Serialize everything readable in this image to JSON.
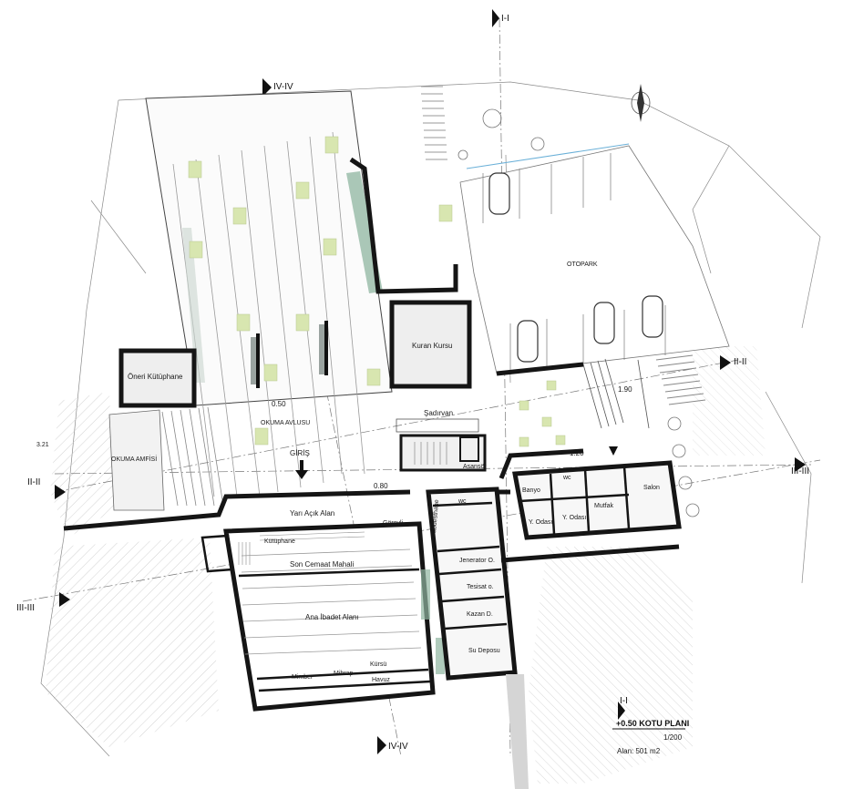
{
  "sections": {
    "s1_top": "I-I",
    "s1_bottom": "I-I",
    "s2_left": "II-II",
    "s2_right": "II-II",
    "s3_left": "III-III",
    "s3_right": "III-III",
    "s4_top": "IV-IV",
    "s4_bottom": "IV-IV"
  },
  "rooms": {
    "otopark": "OTOPARK",
    "kuran_kursu": "Kuran Kursu",
    "oneri_kutuphane": "Öneri Kütüphane",
    "okuma_avlusu": "OKUMA AVLUSU",
    "okuma_amfisi": "OKUMA AMFİSİ",
    "sadirvan": "Şadırvan",
    "asansor": "Asansör",
    "giris": "GİRİŞ",
    "yari_acik_alan": "Yarı Açık Alan",
    "son_cemaat": "Son Cemaat Mahali",
    "ana_ibadet": "Ana İbadet Alanı",
    "mimber": "Mimber",
    "mihrap": "Mihrap",
    "kursu": "Kürsü",
    "havuz": "Havuz",
    "abdesthane": "abdesthane",
    "wc": "wc",
    "jenerator": "Jenerator O.",
    "tesisat": "Tesisat o.",
    "kazan": "Kazan D.",
    "su_deposu": "Su Deposu",
    "banyo": "Banyo",
    "wc2": "wc",
    "y_odasi_1": "Y. Odası",
    "y_odasi_2": "Y. Odası",
    "mutfak": "Mutfak",
    "salon": "Salon",
    "gorevli": "Görevli",
    "kutuphane_small": "Kütüphane"
  },
  "levels": {
    "l050": "0.50",
    "l080": "0.80",
    "l190": "1.90",
    "l120": "1.20",
    "l321": "3.21"
  },
  "title_block": {
    "title": "+0.50 KOTU PLANI",
    "scale": "1/200",
    "area": "Alan: 501 m2"
  },
  "colors": {
    "wall": "#151515",
    "green_accent": "#8fb5a0",
    "tree_green": "#d8e6b0",
    "bench_gray": "#9aa3a0"
  }
}
